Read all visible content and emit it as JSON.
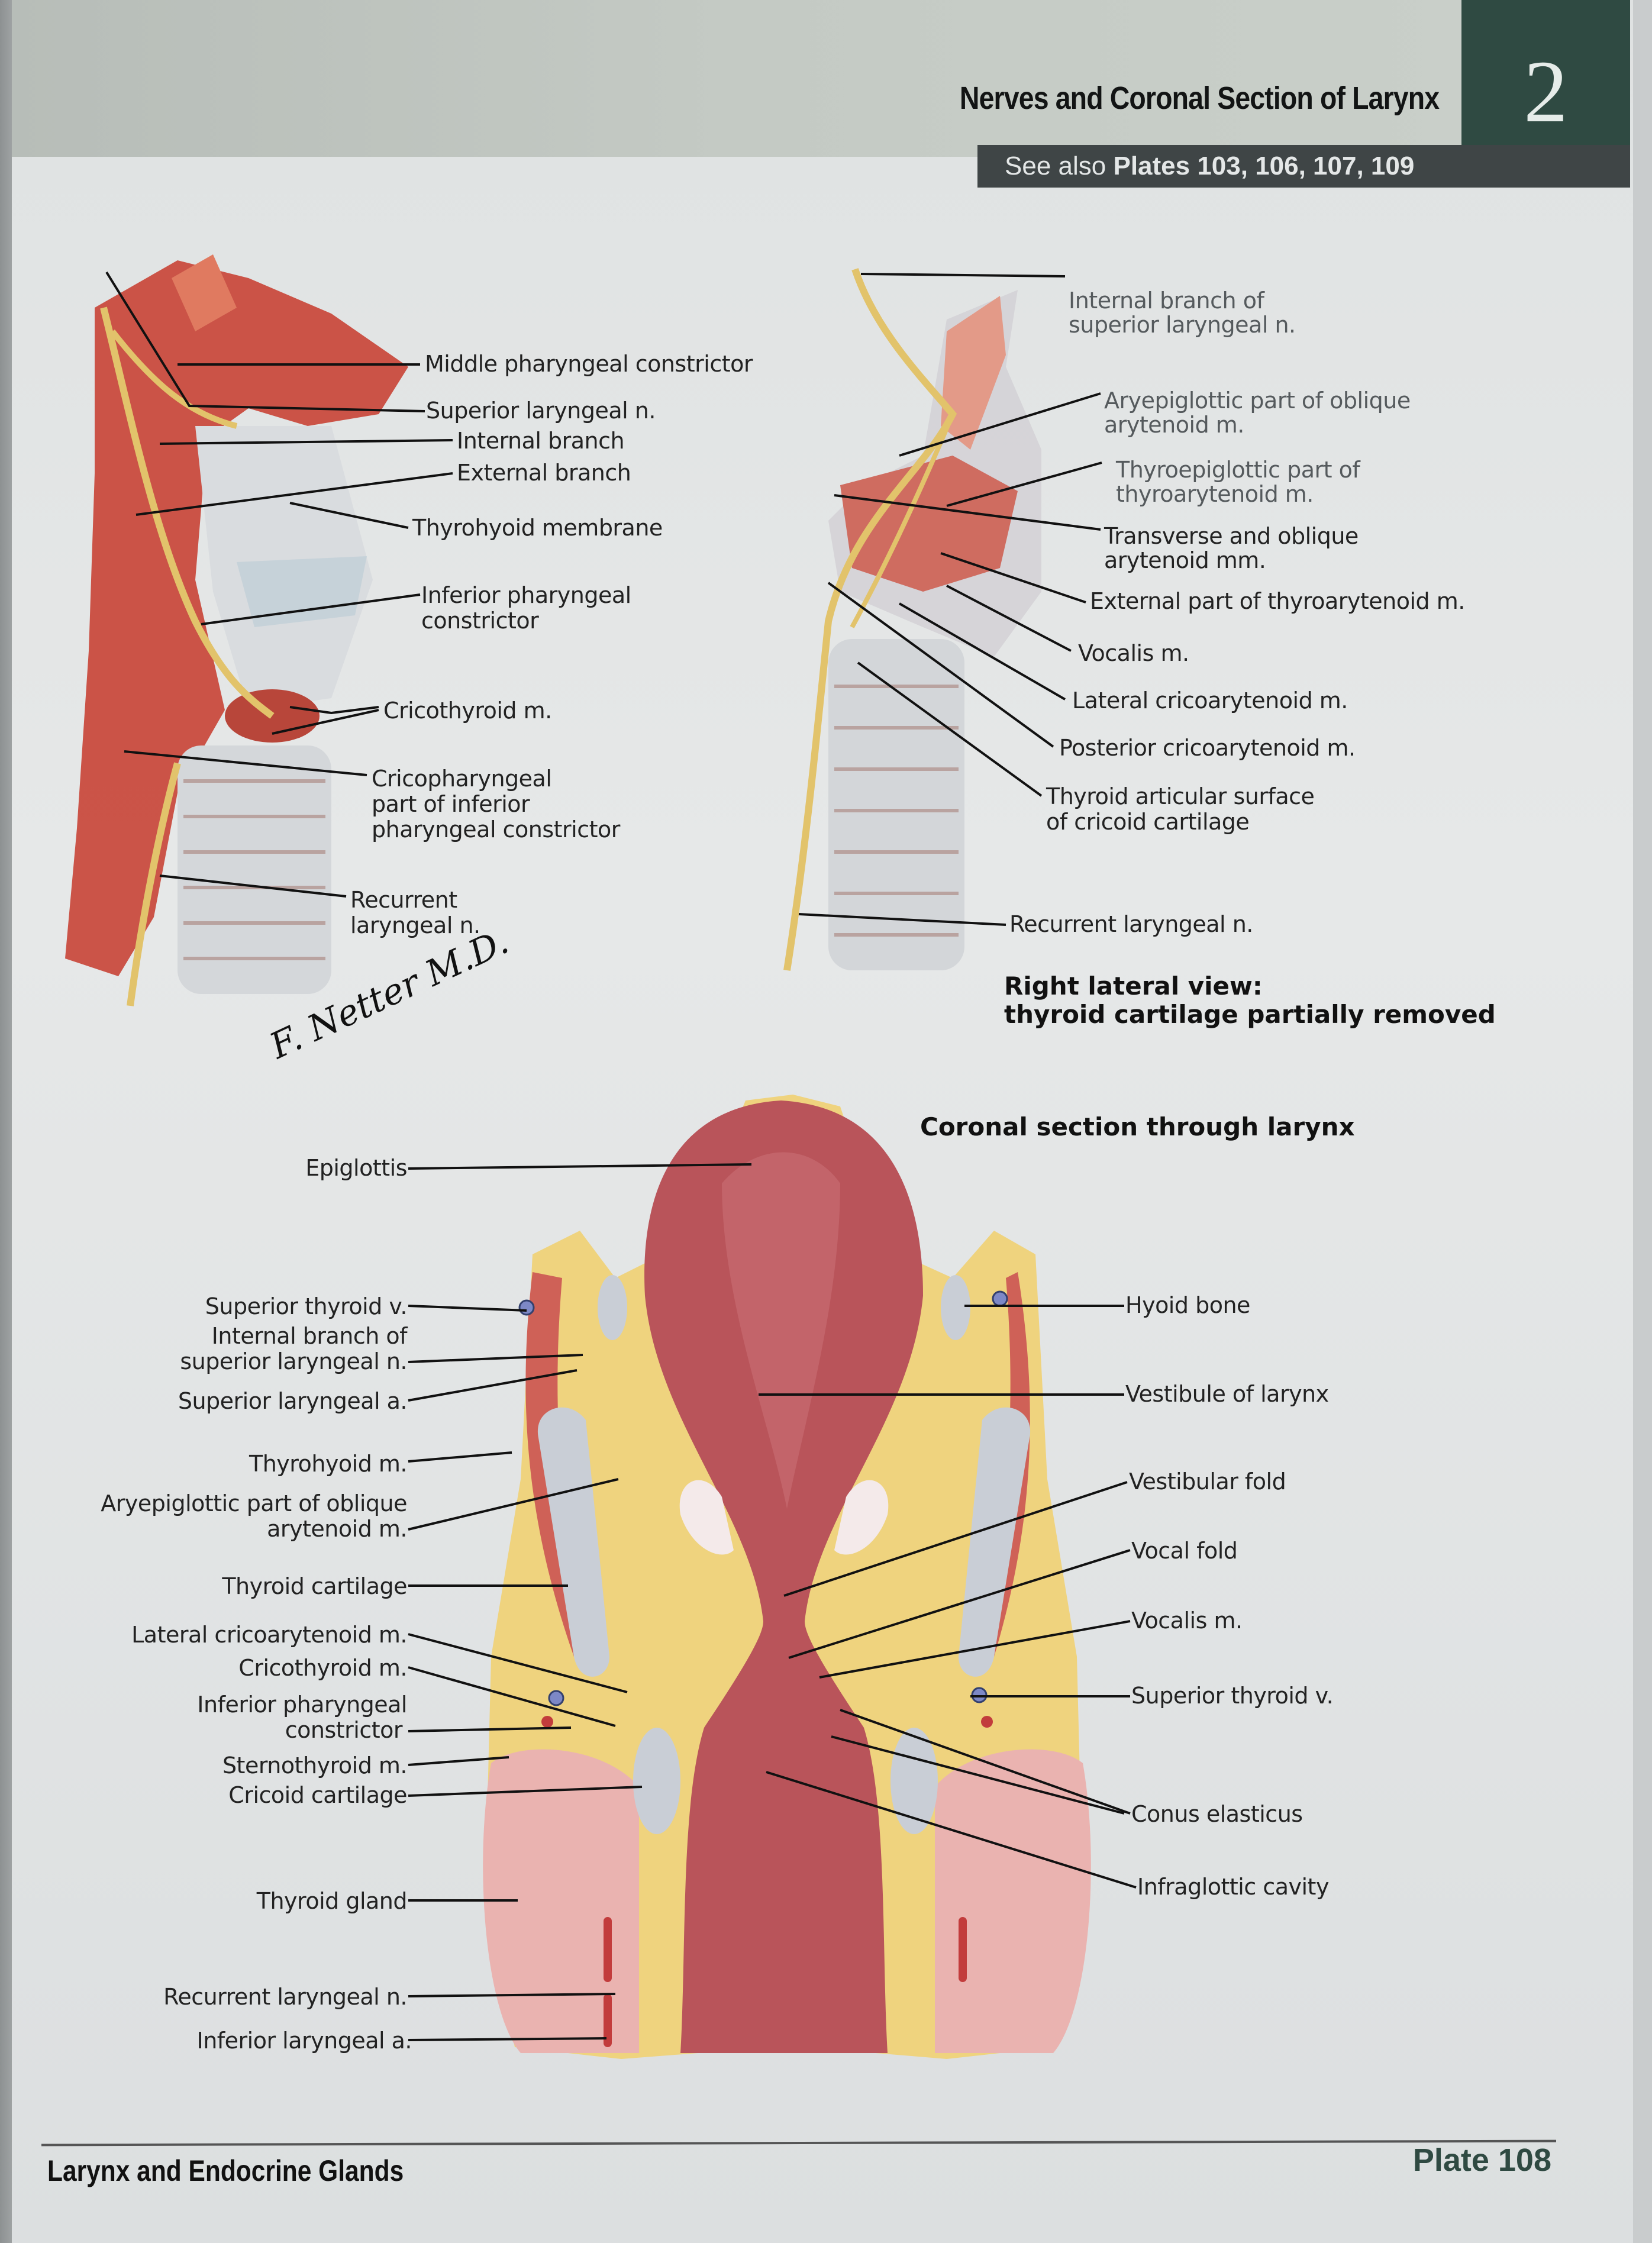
{
  "header": {
    "title": "Nerves and Coronal Section of Larynx",
    "chapter_number": "2",
    "see_also_prefix": "See also",
    "see_also_plates": "Plates 103, 106, 107, 109"
  },
  "figure_left": {
    "labels": [
      "Middle pharyngeal constrictor",
      "Superior laryngeal n.",
      "Internal branch",
      "External branch",
      "Thyrohyoid membrane",
      "Inferior pharyngeal",
      "constrictor",
      "Cricothyroid m.",
      "Cricopharyngeal",
      "part of inferior",
      "pharyngeal constrictor",
      "Recurrent",
      "laryngeal n."
    ],
    "signature": "F. Netter M.D."
  },
  "figure_right": {
    "labels": [
      "Internal branch of",
      "superior laryngeal n.",
      "Aryepiglottic part of oblique",
      "arytenoid m.",
      "Thyroepiglottic part of",
      "thyroarytenoid m.",
      "Transverse and oblique",
      "arytenoid mm.",
      "External part of thyroarytenoid m.",
      "Vocalis m.",
      "Lateral cricoarytenoid m.",
      "Posterior cricoarytenoid m.",
      "Thyroid articular surface",
      "of cricoid cartilage",
      "Recurrent laryngeal n."
    ],
    "caption_line1": "Right lateral view:",
    "caption_line2": "thyroid cartilage partially removed"
  },
  "figure_coronal": {
    "caption": "Coronal section through larynx",
    "left_labels": [
      "Epiglottis",
      "Superior thyroid v.",
      "Internal branch of",
      "superior laryngeal n.",
      "Superior laryngeal a.",
      "Thyrohyoid m.",
      "Aryepiglottic part of oblique",
      "arytenoid m.",
      "Thyroid cartilage",
      "Lateral cricoarytenoid m.",
      "Cricothyroid m.",
      "Inferior pharyngeal",
      "constrictor",
      "Sternothyroid m.",
      "Cricoid cartilage",
      "Thyroid gland",
      "Recurrent laryngeal n.",
      "Inferior laryngeal a."
    ],
    "right_labels": [
      "Hyoid bone",
      "Vestibule of larynx",
      "Vestibular fold",
      "Vocal fold",
      "Vocalis m.",
      "Superior thyroid v.",
      "Conus elasticus",
      "Infraglottic cavity"
    ]
  },
  "footer": {
    "section": "Larynx and Endocrine Glands",
    "plate": "Plate 108"
  },
  "colors": {
    "chapter_tab": "#2f4a42",
    "see_also_bar": "#3f4546",
    "muscle": "#c8493c",
    "nerve": "#e3c46a",
    "cartilage": "#c9ced6",
    "mucosa": "#b9545a",
    "fat": "#f1d98a",
    "thyroid_gland": "#eab3b0"
  }
}
